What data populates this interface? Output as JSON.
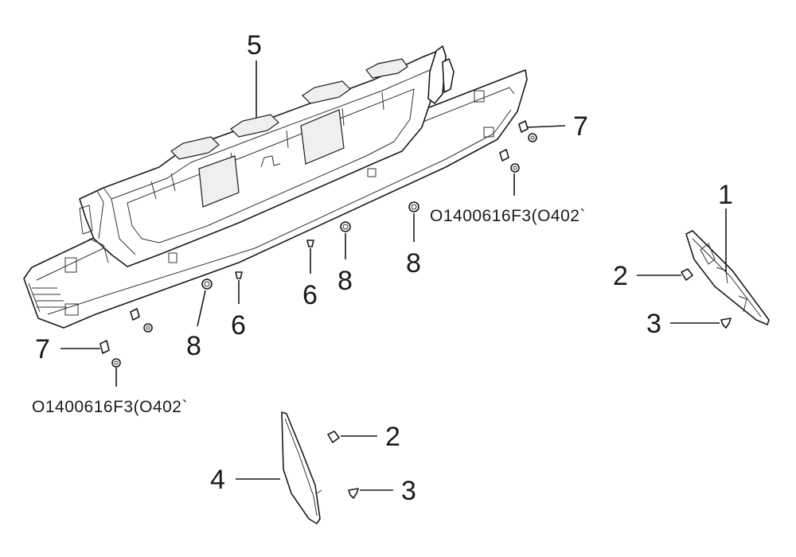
{
  "callouts": {
    "c1": "1",
    "c2a": "2",
    "c2b": "2",
    "c3a": "3",
    "c3b": "3",
    "c4": "4",
    "c5": "5",
    "c6a": "6",
    "c6b": "6",
    "c7a": "7",
    "c7b": "7",
    "c8a": "8",
    "c8b": "8",
    "c8c": "8"
  },
  "part_numbers": {
    "right": "O1400616F3(O402`",
    "left": "O1400616F3(O402`"
  }
}
